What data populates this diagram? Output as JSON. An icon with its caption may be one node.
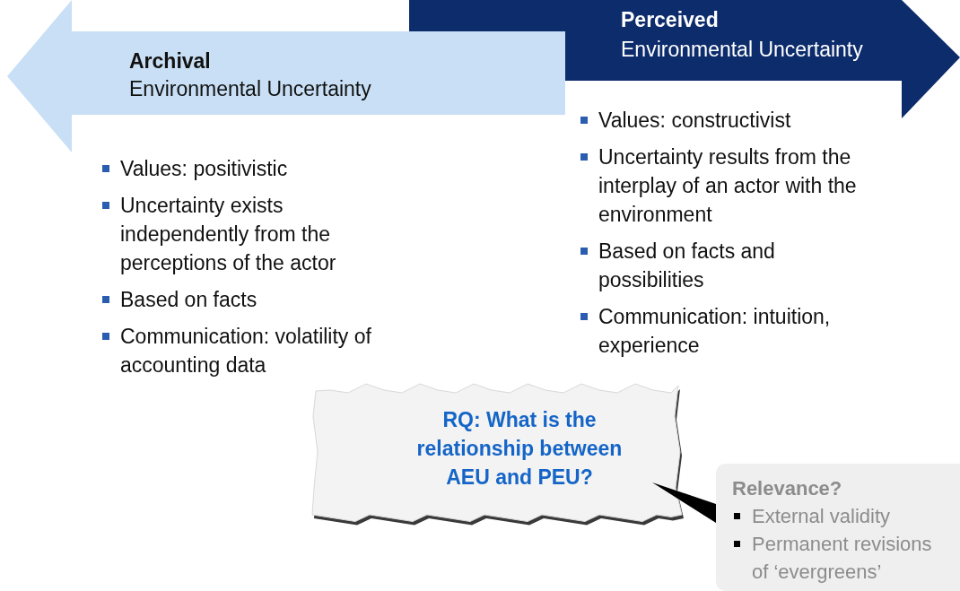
{
  "diagram": {
    "nodes": [
      {
        "text": [
          "Archival",
          "Environmental Uncertainty"
        ]
      },
      {
        "text": [
          "Perceived",
          "Environmental Uncertainty"
        ]
      },
      {
        "text": [
          "RQ: What is the relationship between AEU and PEU?"
        ]
      },
      {
        "text": [
          "Relevance?",
          "External validity",
          "Permanent revisions of ‘evergreens’"
        ]
      }
    ],
    "labels": [
      "Values: positivistic",
      "Uncertainty exists independently from the perceptions of the actor",
      "Based on facts",
      "Communication: volatility of accounting data",
      "Values: constructivist",
      "Uncertainty results from the interplay of an actor with the environment",
      "Based on facts and possibilities",
      "Communication: intuition, experience"
    ]
  }
}
